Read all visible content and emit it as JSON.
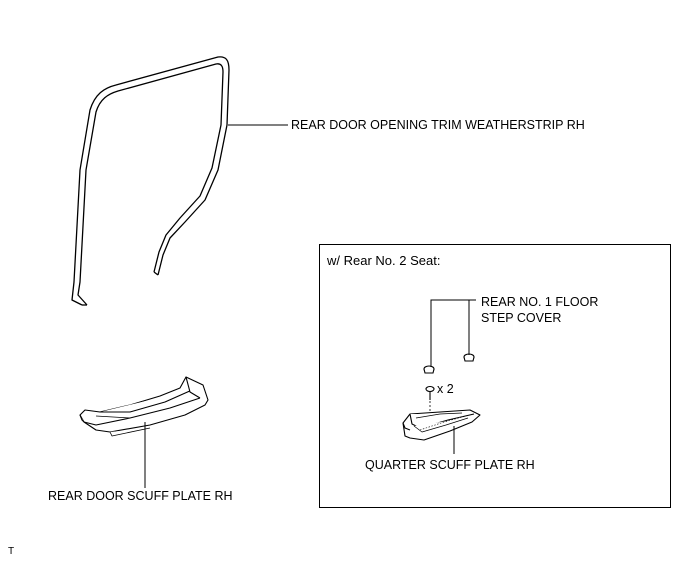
{
  "labels": {
    "weatherstrip": "REAR DOOR OPENING TRIM WEATHERSTRIP RH",
    "scuff_plate": "REAR DOOR SCUFF PLATE RH",
    "inset_title": "w/ Rear No. 2 Seat:",
    "floor_step_line1": "REAR NO. 1 FLOOR",
    "floor_step_line2": "STEP COVER",
    "clip_count": "x 2",
    "quarter_scuff": "QUARTER SCUFF PLATE RH",
    "corner_mark": "T"
  }
}
